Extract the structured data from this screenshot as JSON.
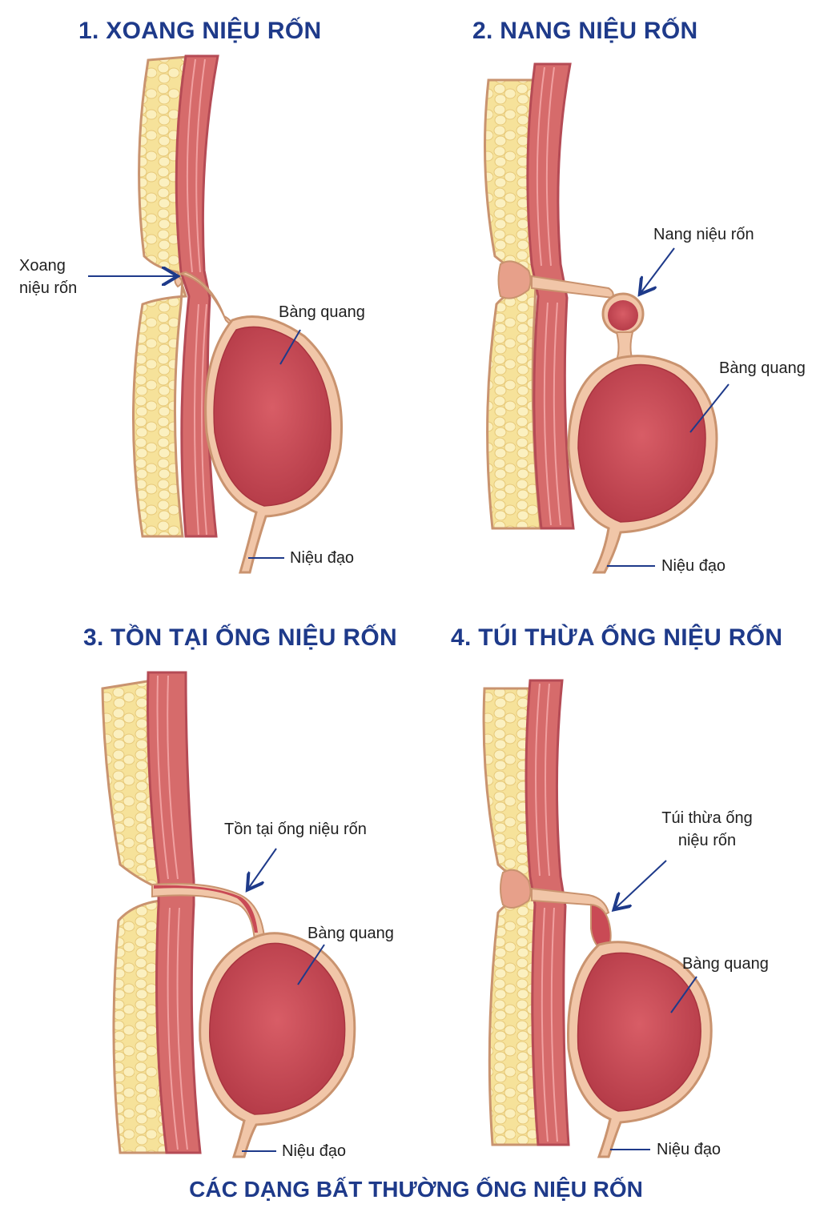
{
  "panels": [
    {
      "title": "1. XOANG NIỆU RỐN",
      "labels": {
        "anomaly": "Xoang niệu rốn",
        "bladder": "Bàng quang",
        "urethra": "Niệu đạo"
      }
    },
    {
      "title": "2. NANG NIỆU RỐN",
      "labels": {
        "anomaly": "Nang niệu rốn",
        "bladder": "Bàng quang",
        "urethra": "Niệu đạo"
      }
    },
    {
      "title": "3. TỒN TẠI ỐNG NIỆU RỐN",
      "labels": {
        "anomaly": "Tồn tại ống niệu rốn",
        "bladder": "Bàng quang",
        "urethra": "Niệu đạo"
      }
    },
    {
      "title": "4. TÚI THỪA ỐNG NIỆU RỐN",
      "labels": {
        "anomaly": "Túi thừa ống niệu rốn",
        "bladder": "Bàng quang",
        "urethra": "Niệu đạo"
      }
    }
  ],
  "footer_title": "CÁC DẠNG BẤT THƯỜNG ỐNG NIỆU RỐN",
  "colors": {
    "title": "#1e3a8a",
    "fat": "#f7e6a0",
    "muscle": "#d9706f",
    "bladder": "#c94a55",
    "tissue": "#f1c6a8",
    "arrow": "#1e3a8a"
  }
}
